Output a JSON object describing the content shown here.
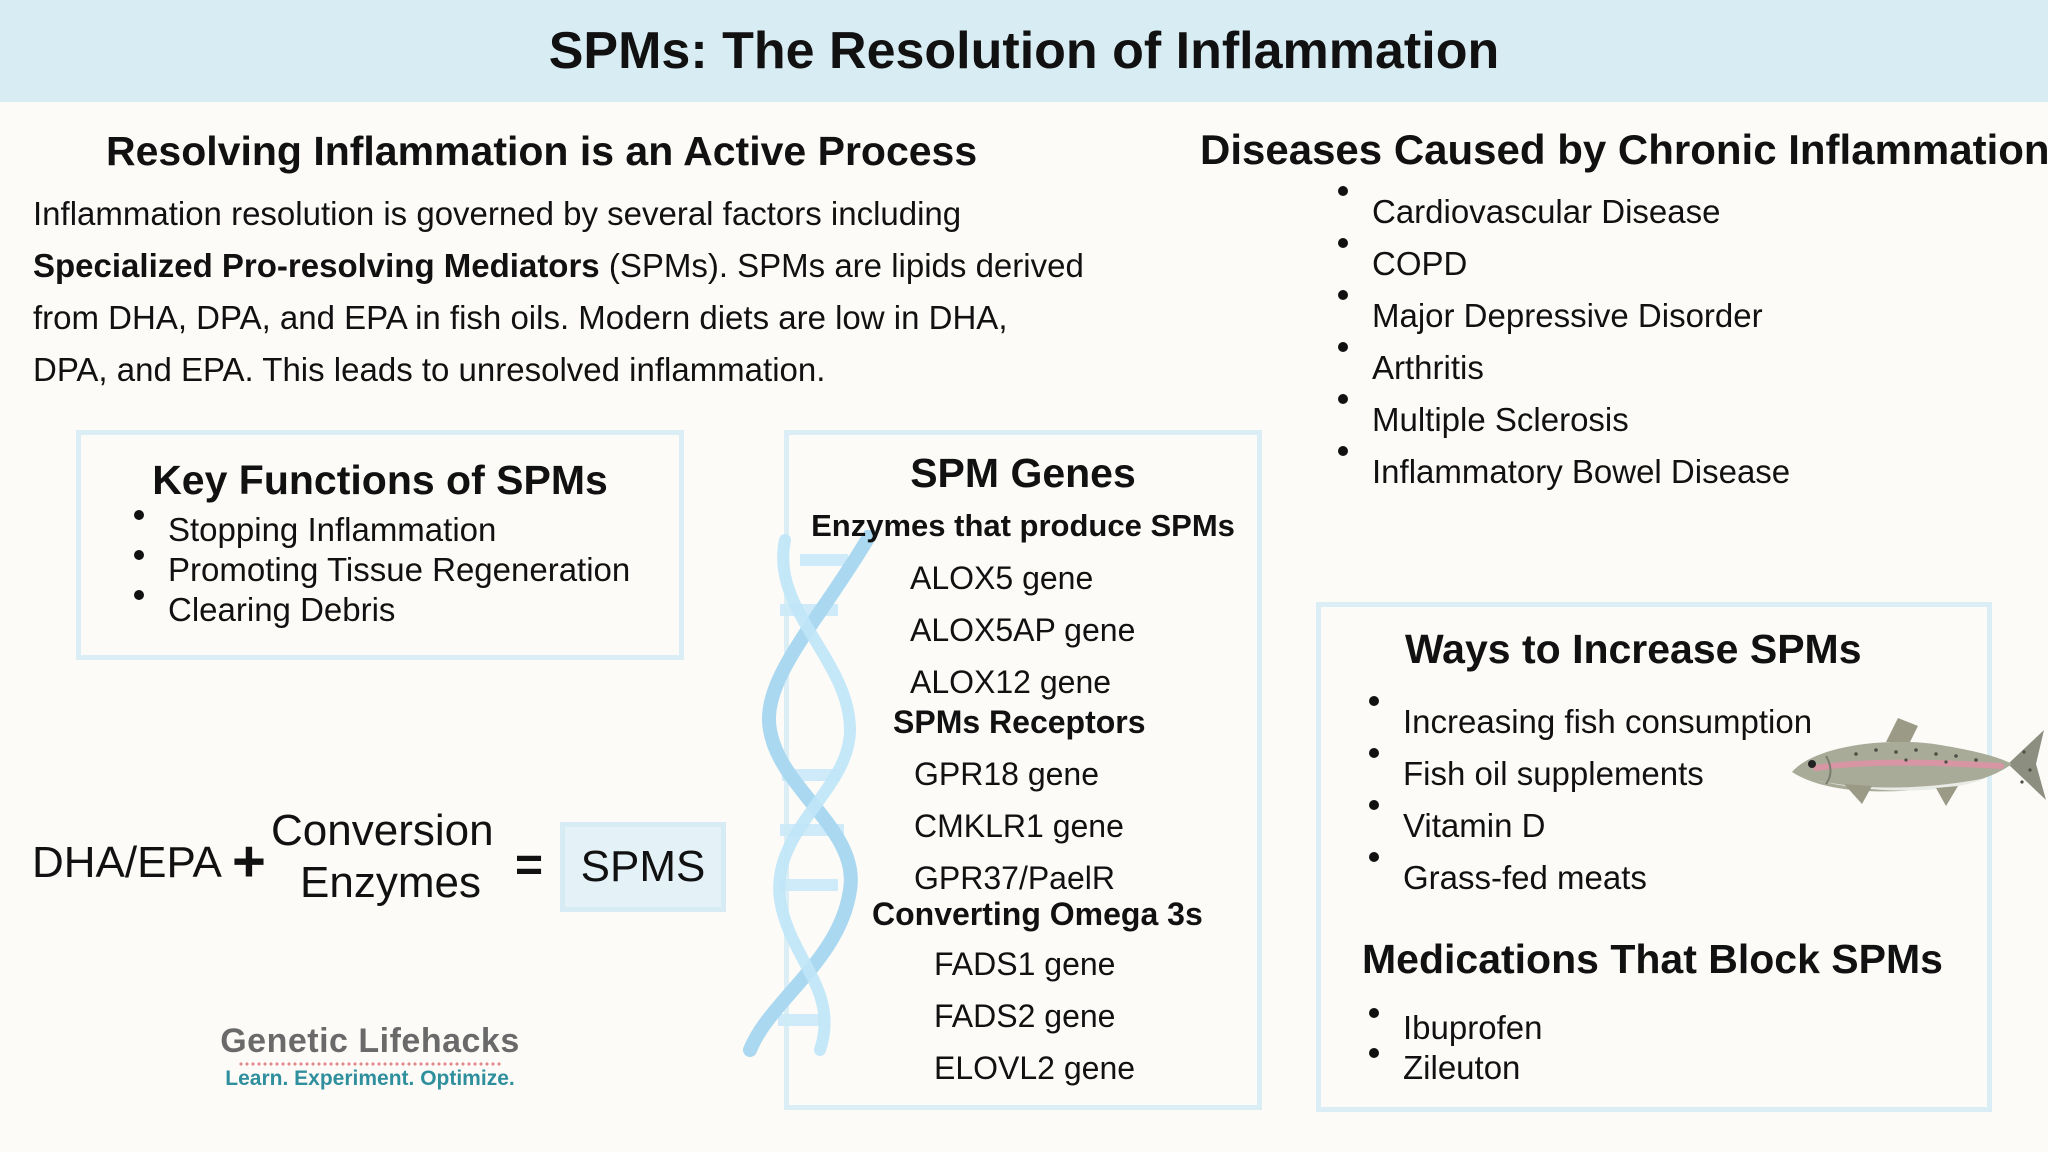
{
  "title": "SPMs: The Resolution of Inflammation",
  "intro": {
    "heading": "Resolving Inflammation is an Active Process",
    "line1": "Inflammation resolution is governed by several factors including",
    "line2_bold": "Specialized Pro-resolving Mediators",
    "line2_rest": " (SPMs). SPMs are lipids derived",
    "line3": "from DHA, DPA, and EPA in fish oils. Modern diets are low in DHA,",
    "line4": "DPA, and EPA. This leads to unresolved inflammation."
  },
  "diseases": {
    "heading": "Diseases Caused by Chronic Inflammation",
    "items": [
      "Cardiovascular Disease",
      "COPD",
      "Major Depressive Disorder",
      "Arthritis",
      "Multiple Sclerosis",
      "Inflammatory Bowel Disease"
    ]
  },
  "key_functions": {
    "heading": "Key Functions of SPMs",
    "items": [
      "Stopping Inflammation",
      "Promoting Tissue Regeneration",
      "Clearing Debris"
    ]
  },
  "genes": {
    "heading": "SPM Genes",
    "enzymes_heading": "Enzymes that produce SPMs",
    "enzymes": [
      "ALOX5 gene",
      "ALOX5AP gene",
      "ALOX12 gene"
    ],
    "receptors_heading": "SPMs Receptors",
    "receptors": [
      "GPR18 gene",
      "CMKLR1 gene",
      "GPR37/PaelR"
    ],
    "omega_heading": "Converting Omega 3s",
    "omega": [
      "FADS1 gene",
      "FADS2 gene",
      "ELOVL2 gene"
    ]
  },
  "equation": {
    "input": "DHA/EPA",
    "plus": "+",
    "enzyme_line1": "Conversion",
    "enzyme_line2": "Enzymes",
    "equals": "=",
    "result": "SPMS"
  },
  "logo": {
    "name": "Genetic Lifehacks",
    "tagline": "Learn. Experiment. Optimize."
  },
  "ways": {
    "heading": "Ways to Increase SPMs",
    "items": [
      "Increasing fish consumption",
      "Fish oil supplements",
      "Vitamin D",
      "Grass-fed meats"
    ]
  },
  "meds": {
    "heading": "Medications That Block SPMs",
    "items": [
      "Ibuprofen",
      "Zileuton"
    ]
  },
  "colors": {
    "title_bg": "#d8ecf3",
    "box_border": "#dbeef5",
    "dna_blue": "#a9d9f2",
    "logo_gray": "#6a6a6a",
    "logo_teal": "#2f8f9d"
  },
  "icons": [
    "dna-helix-icon",
    "trout-fish-icon"
  ]
}
